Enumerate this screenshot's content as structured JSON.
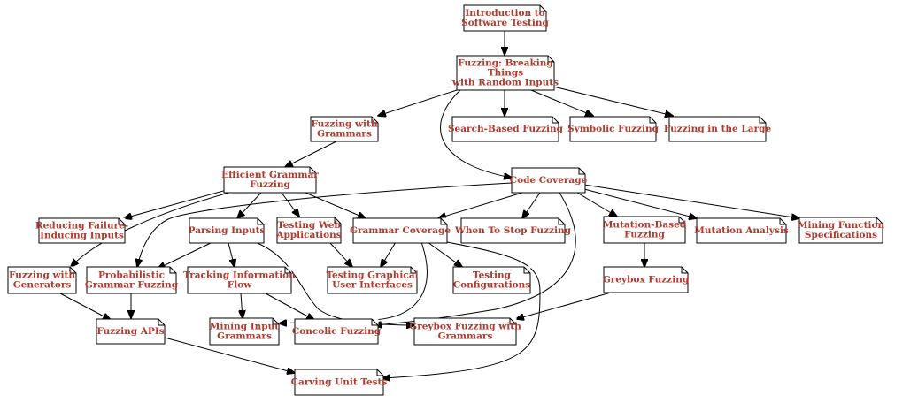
{
  "nodes": {
    "intro": [
      "Introduction to",
      "Software Testing"
    ],
    "fuzzing": [
      "Fuzzing: Breaking",
      "Things",
      "with Random Inputs"
    ],
    "grammars": [
      "Fuzzing with",
      "Grammars"
    ],
    "search": [
      "Search-Based Fuzzing"
    ],
    "symbolic": [
      "Symbolic Fuzzing"
    ],
    "large": [
      "Fuzzing in the Large"
    ],
    "efficient": [
      "Efficient Grammar",
      "Fuzzing"
    ],
    "coverage": [
      "Code Coverage"
    ],
    "reducing": [
      "Reducing Failure-",
      "Inducing Inputs"
    ],
    "parsing": [
      "Parsing Inputs"
    ],
    "webapps": [
      "Testing Web",
      "Applications"
    ],
    "grammarcov": [
      "Grammar Coverage"
    ],
    "whenstop": [
      "When To Stop Fuzzing"
    ],
    "mutation": [
      "Mutation-Based",
      "Fuzzing"
    ],
    "mutanalysis": [
      "Mutation Analysis"
    ],
    "mining": [
      "Mining Function",
      "Specifications"
    ],
    "generators": [
      "Fuzzing with",
      "Generators"
    ],
    "probabilistic": [
      "Probabilistic",
      "Grammar Fuzzing"
    ],
    "tracking": [
      "Tracking Information",
      "Flow"
    ],
    "gui": [
      "Testing Graphical",
      "User Interfaces"
    ],
    "configs": [
      "Testing",
      "Configurations"
    ],
    "greybox": [
      "Greybox Fuzzing"
    ],
    "fuzzapis": [
      "Fuzzing APIs"
    ],
    "mininginput": [
      "Mining Input",
      "Grammars"
    ],
    "concolic": [
      "Concolic Fuzzing"
    ],
    "greyboxgram": [
      "Greybox Fuzzing with",
      "Grammars"
    ],
    "carving": [
      "Carving Unit Tests"
    ]
  }
}
